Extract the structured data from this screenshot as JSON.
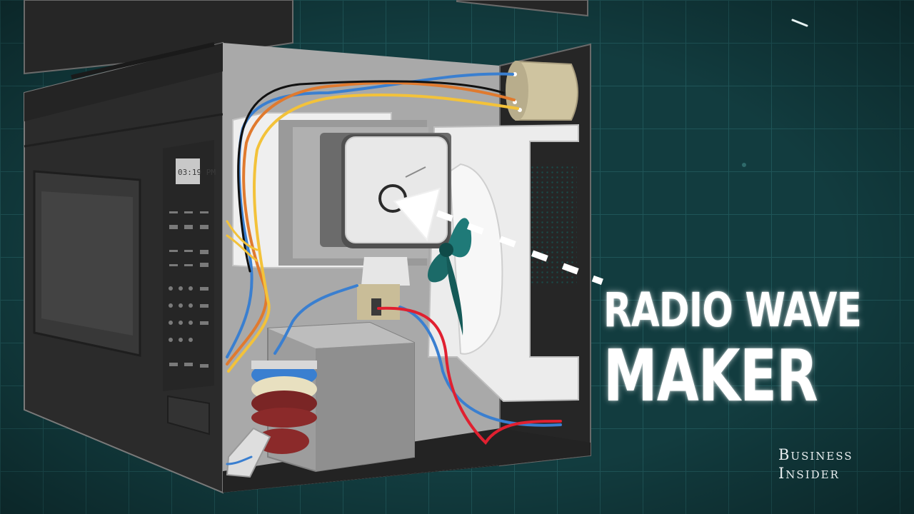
{
  "title": {
    "line1": "RADIO WAVE",
    "line2": "MAKER"
  },
  "watermark": {
    "line1": "Business",
    "line2": "Insider"
  },
  "microwave": {
    "clock": "03:19 PM"
  },
  "colors": {
    "background": "#123c3f",
    "grid": "#1f5558",
    "cabinet": "#2a2a2a",
    "interior": "#a8a8a8",
    "wire_blue": "#3a7fd0",
    "wire_orange": "#e07a2e",
    "wire_yellow": "#f3c23a",
    "wire_red": "#e02030",
    "fan": "#1f7a78",
    "transformer_coil": "#8b2a2a",
    "capacitor": "#cfc4a0"
  },
  "icons": [
    "magnetron",
    "cooling-fan",
    "high-voltage-transformer",
    "capacitor",
    "radio-wave-arrow"
  ]
}
